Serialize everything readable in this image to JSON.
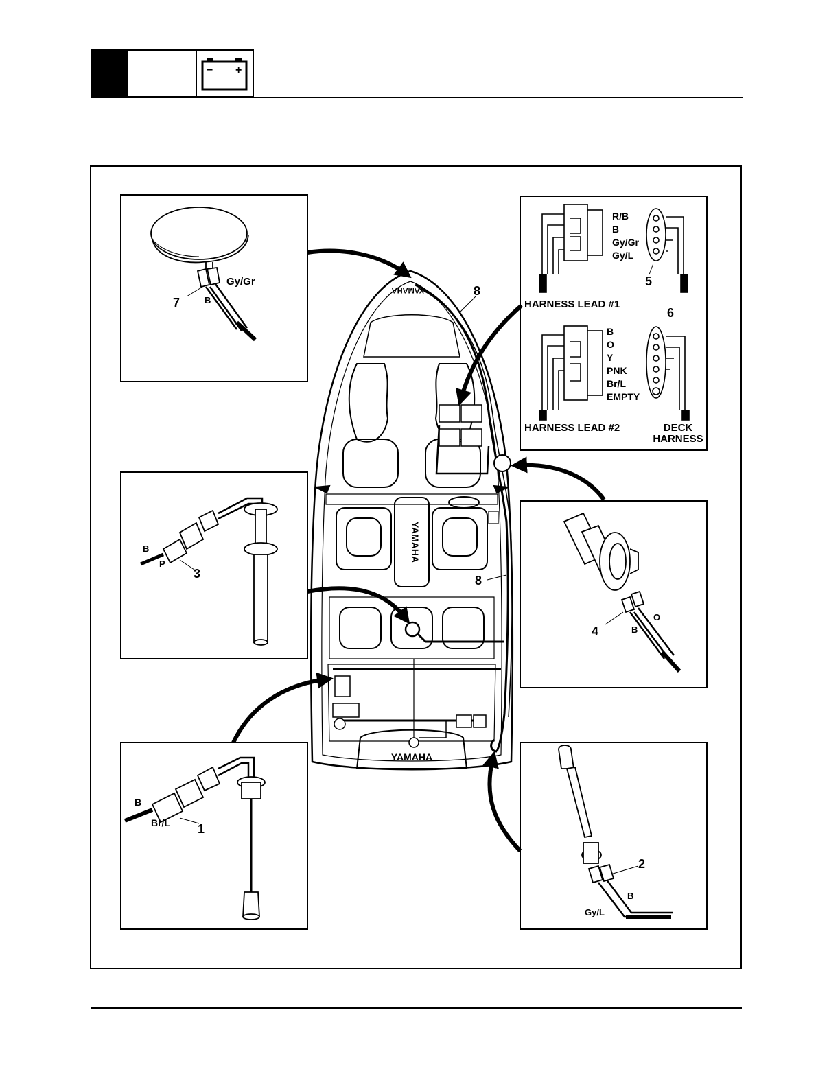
{
  "header": {
    "icon": "battery-icon",
    "battery_minus": "−",
    "battery_plus": "+"
  },
  "boat": {
    "bow_logo": "YAMAHA",
    "center_logo": "YAMAHA",
    "stern_logo": "YAMAHA"
  },
  "callouts": {
    "c1": "1",
    "c2": "2",
    "c3": "3",
    "c4": "4",
    "c5": "5",
    "c6": "6",
    "c7": "7",
    "c8a": "8",
    "c8b": "8"
  },
  "panel_horn": {
    "w1": "Gy/Gr",
    "w2": "B"
  },
  "panel_harness": {
    "lead1_label": "HARNESS LEAD #1",
    "lead1_wires": [
      "R/B",
      "B",
      "Gy/Gr",
      "Gy/L"
    ],
    "lead2_label": "HARNESS LEAD #2",
    "lead2_wires": [
      "B",
      "O",
      "Y",
      "PNK",
      "Br/L",
      "EMPTY"
    ],
    "deck_label_1": "DECK",
    "deck_label_2": "HARNESS"
  },
  "panel_fuel_sender": {
    "w1": "B",
    "w2": "P"
  },
  "panel_speaker": {
    "w1": "B",
    "w2": "O"
  },
  "panel_oil_sender": {
    "w1": "B",
    "w2": "Br/L"
  },
  "panel_temp_sender": {
    "w1": "B",
    "w2": "Gy/L"
  }
}
